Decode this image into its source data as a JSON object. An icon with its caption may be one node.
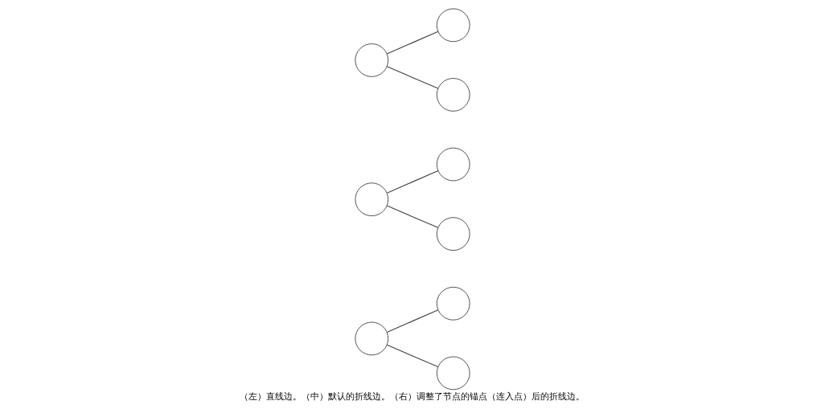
{
  "diagram": {
    "caption": "（左）直线边。（中）默认的折线边。（右）调整了节点的锚点（连入点）后的折线边。",
    "nodes": [
      {
        "text": [],
        "shape": "circle"
      },
      {
        "text": [],
        "shape": "circle"
      },
      {
        "text": [],
        "shape": "circle"
      },
      {
        "text": [],
        "shape": "circle"
      },
      {
        "text": [],
        "shape": "circle"
      },
      {
        "text": [],
        "shape": "circle"
      },
      {
        "text": [],
        "shape": "circle"
      },
      {
        "text": [],
        "shape": "circle"
      },
      {
        "text": [],
        "shape": "circle"
      }
    ],
    "edges": [
      {
        "from": 0,
        "to": 1,
        "arrow": "none"
      },
      {
        "from": 0,
        "to": 2,
        "arrow": "none"
      },
      {
        "from": 3,
        "to": 4,
        "arrow": "none"
      },
      {
        "from": 3,
        "to": 5,
        "arrow": "none"
      },
      {
        "from": 6,
        "to": 7,
        "arrow": "none"
      },
      {
        "from": 6,
        "to": 8,
        "arrow": "none"
      }
    ]
  }
}
